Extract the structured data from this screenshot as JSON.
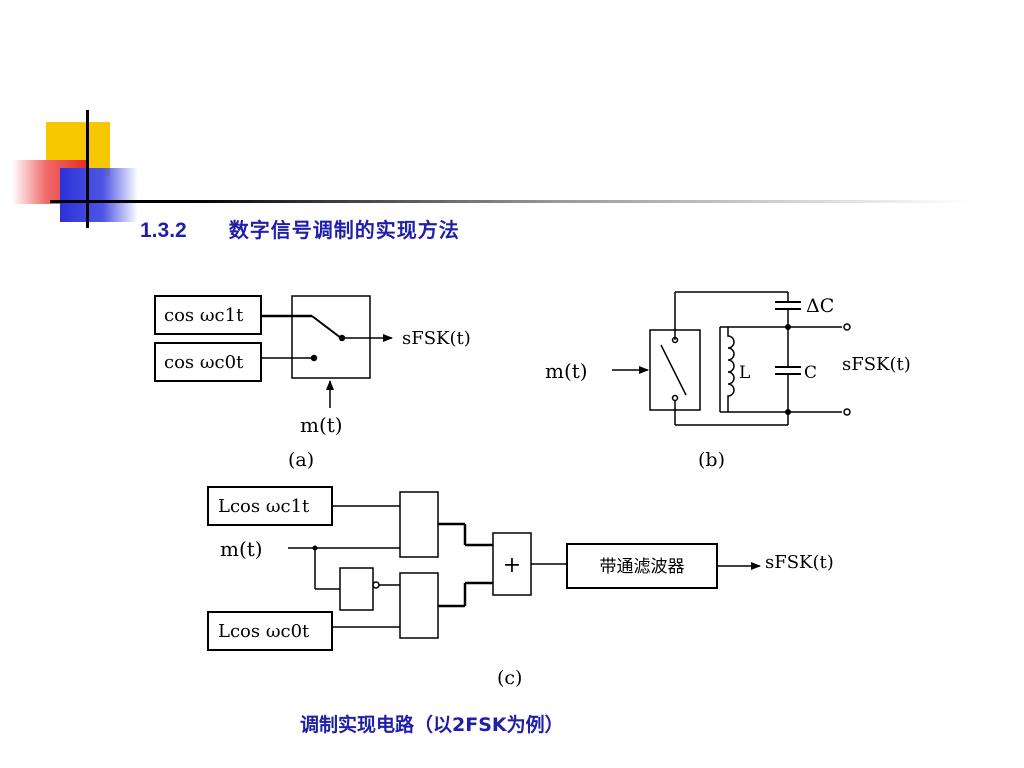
{
  "heading": {
    "number": "1.3.2",
    "title": "数字信号调制的实现方法"
  },
  "diagram_a": {
    "input1": "cos ωc1t",
    "input2": "cos ωc0t",
    "control": "m(t)",
    "output": "sFSK(t)",
    "label": "(a)"
  },
  "diagram_b": {
    "input": "m(t)",
    "delta_c": "ΔC",
    "inductor": "L",
    "capacitor": "C",
    "output": "sFSK(t)",
    "label": "(b)"
  },
  "diagram_c": {
    "carrier1": "Lcos ωc1t",
    "carrier0": "Lcos ωc0t",
    "input": "m(t)",
    "adder": "+",
    "filter": "带通滤波器",
    "output": "sFSK(t)",
    "label": "(c)"
  },
  "caption": "调制实现电路（以2FSK为例）"
}
